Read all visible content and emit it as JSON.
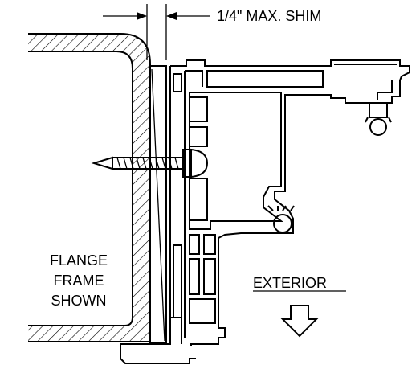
{
  "diagram": {
    "dimension_label": "1/4\" MAX. SHIM",
    "flange_label_lines": [
      "FLANGE",
      "FRAME",
      "SHOWN"
    ],
    "exterior_label": "EXTERIOR",
    "icons": {
      "screw": "screw-icon",
      "exterior_arrow": "down-arrow-icon"
    },
    "colors": {
      "line": "#000000",
      "background": "#ffffff"
    }
  }
}
